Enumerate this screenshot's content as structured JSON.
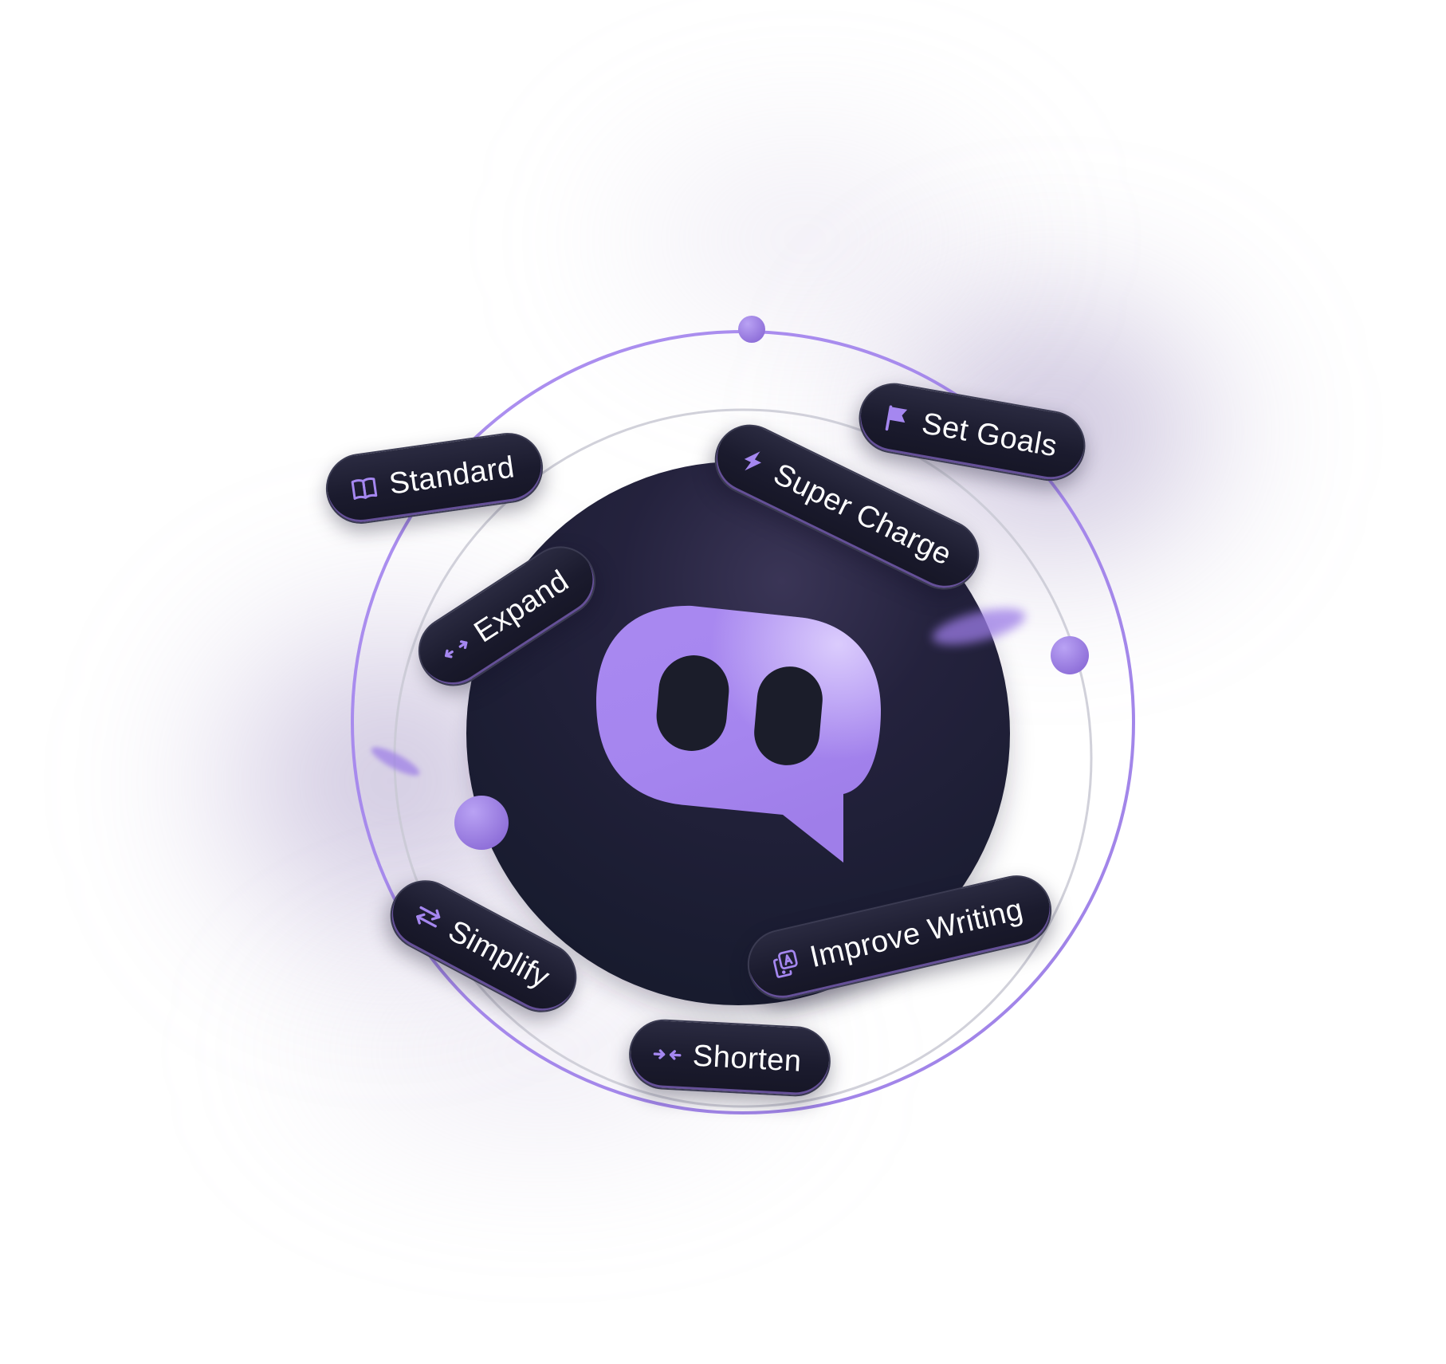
{
  "colors": {
    "accent": "#a587f0",
    "accent_light": "#c0a9f7",
    "sphere_dark": "#1c1c33",
    "pill_bg": "#1b1b2e",
    "label_text": "#ffffff"
  },
  "center_logo": {
    "icon": "chat-bubble-face-icon"
  },
  "chips": [
    {
      "id": "standard",
      "label": "Standard",
      "icon": "book-icon"
    },
    {
      "id": "set-goals",
      "label": "Set Goals",
      "icon": "flag-icon"
    },
    {
      "id": "super-charge",
      "label": "Super Charge",
      "icon": "lightning-icon"
    },
    {
      "id": "expand",
      "label": "Expand",
      "icon": "expand-arrows-icon"
    },
    {
      "id": "simplify",
      "label": "Simplify",
      "icon": "swap-arrows-icon"
    },
    {
      "id": "improve-writing",
      "label": "Improve Writing",
      "icon": "improve-writing-icon"
    },
    {
      "id": "shorten",
      "label": "Shorten",
      "icon": "shorten-arrows-icon"
    }
  ]
}
